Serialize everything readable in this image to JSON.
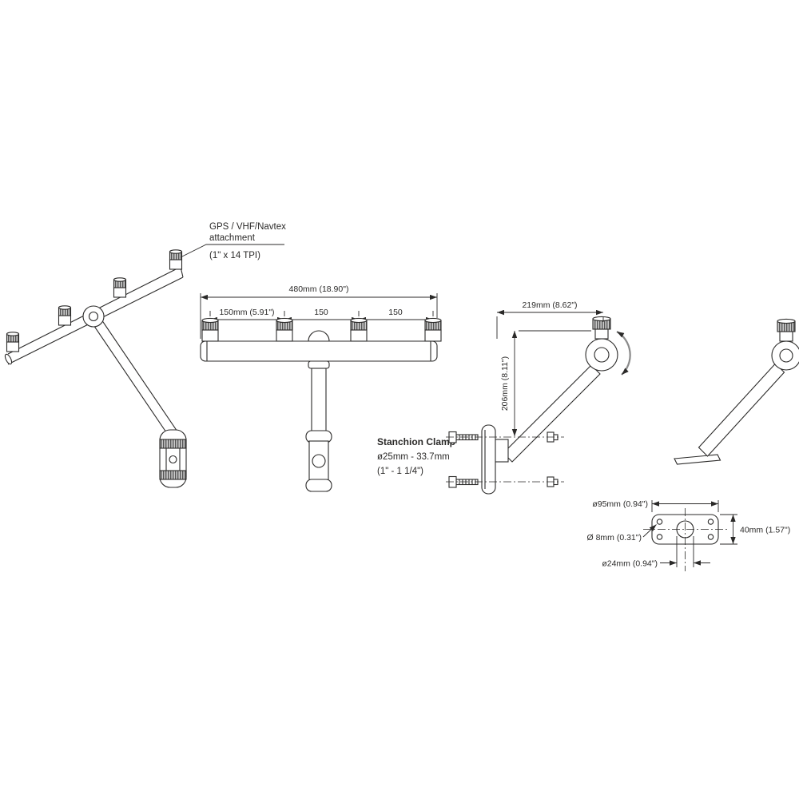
{
  "figure_labels": {
    "attachment": {
      "line1": "GPS / VHF/Navtex",
      "line2": "attachment",
      "line3": "(1\" x 14 TPI)"
    },
    "stanchion_clamp": {
      "line1": "Stanchion Clamp",
      "line2": "ø25mm - 33.7mm",
      "line3": "(1\" - 1 1/4\")"
    }
  },
  "dimensions": {
    "overall_width": "480mm (18.90\")",
    "mount_pitch_1": "150mm (5.91\")",
    "mount_pitch_2": "150",
    "mount_pitch_3": "150",
    "arm_reach": "219mm (8.62\")",
    "arm_height": "206mm (8.11\")",
    "base_plate_width": "ø95mm (0.94\")",
    "base_plate_hole": "Ø 8mm (0.31\")",
    "base_plate_depth": "40mm  (1.57\")",
    "base_plate_boss": "ø24mm (0.94\")"
  },
  "colors": {
    "line": "#2b2a29",
    "knurl_dark": "#555555",
    "knurl_light": "#cccccc",
    "background": "#ffffff"
  }
}
